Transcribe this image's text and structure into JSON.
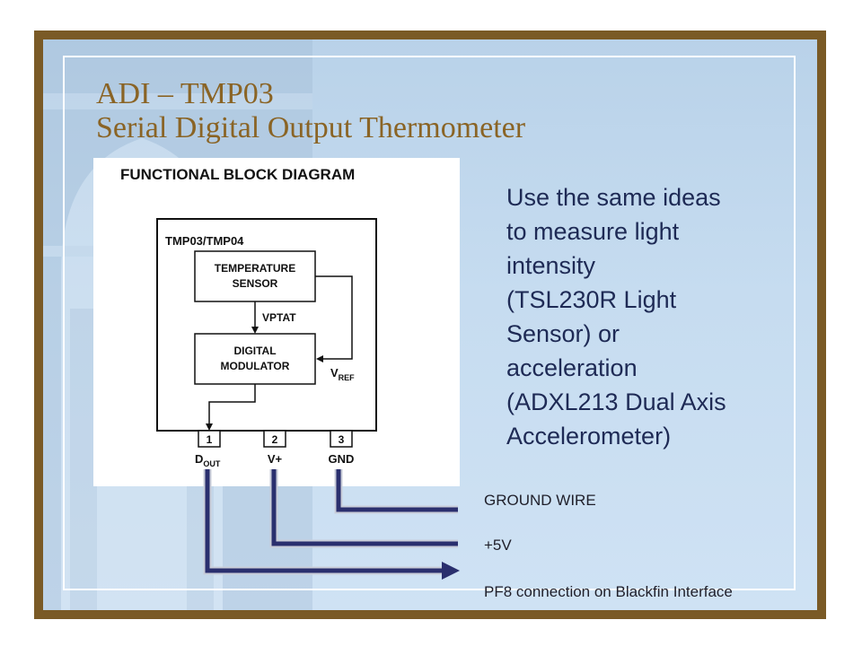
{
  "title": {
    "line1": "ADI – TMP03",
    "line2": "Serial Digital Output Thermometer"
  },
  "diagram": {
    "heading": "FUNCTIONAL BLOCK DIAGRAM",
    "chip_label": "TMP03/TMP04",
    "sensor_block": {
      "line1": "TEMPERATURE",
      "line2": "SENSOR"
    },
    "modulator_block": {
      "line1": "DIGITAL",
      "line2": "MODULATOR"
    },
    "signal_vptat": "VPTAT",
    "signal_vref": {
      "main": "V",
      "sub": "REF"
    },
    "pins": [
      {
        "number": "1",
        "name": "D",
        "sub": "OUT"
      },
      {
        "number": "2",
        "name": "V+",
        "sub": ""
      },
      {
        "number": "3",
        "name": "GND",
        "sub": ""
      }
    ]
  },
  "body_text": [
    "Use the same ideas",
    "to measure light",
    "intensity",
    "(TSL230R Light",
    "Sensor) or",
    "acceleration",
    "(ADXL213 Dual Axis",
    "Accelerometer)"
  ],
  "wires": {
    "ground": "GROUND  WIRE",
    "power": "+5V",
    "signal": "PF8 connection on Blackfin Interface"
  },
  "colors": {
    "frame": "#7a5a26",
    "title": "#8a6425",
    "body_text": "#1e2a55",
    "wire": "#2a2f6e",
    "panel": "#c6dcf0"
  }
}
